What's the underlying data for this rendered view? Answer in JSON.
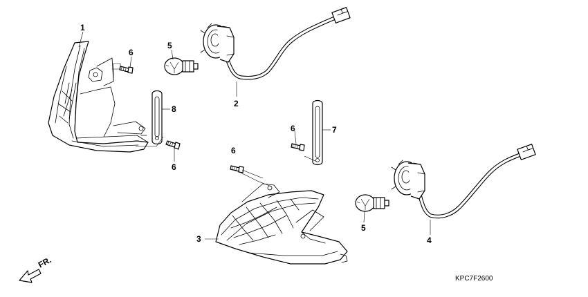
{
  "diagram": {
    "code": "KPC7F2600",
    "direction_label": "FR.",
    "callouts": {
      "p1": "1",
      "p2": "2",
      "p3": "3",
      "p4": "4",
      "p5a": "5",
      "p5b": "5",
      "p6a": "6",
      "p6b": "6",
      "p6c": "6",
      "p6d": "6",
      "p7": "7",
      "p8": "8"
    }
  }
}
